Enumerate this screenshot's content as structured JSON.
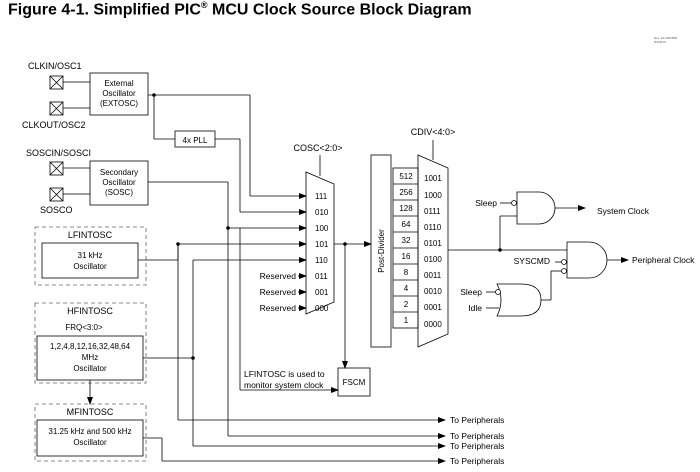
{
  "title": {
    "main": "Figure 4-1.  Simplified PIC",
    "reg": "®",
    "rest": " MCU Clock Source Block Diagram"
  },
  "rev": {
    "line1": "Rev. 10-000155D",
    "line2": "5/1/2016"
  },
  "pins": {
    "clkin": "CLKIN/OSC1",
    "clkout": "CLKOUT/OSC2",
    "soscin": "SOSCIN/SOSCI",
    "sosco": "SOSCO"
  },
  "extosc": {
    "line1": "External",
    "line2": "Oscillator",
    "line3": "(EXTOSC)"
  },
  "pll": "4x PLL",
  "sosc": {
    "line1": "Secondary",
    "line2": "Oscillator",
    "line3": "(SOSC)"
  },
  "lfintosc": {
    "group": "LFINTOSC",
    "line1": "31 kHz",
    "line2": "Oscillator"
  },
  "hfintosc": {
    "group": "HFINTOSC",
    "frq": "FRQ<3:0>",
    "line1": "1,2,4,8,12,16,32,48,64",
    "line2": "MHz",
    "line3": "Oscillator"
  },
  "mfintosc": {
    "group": "MFINTOSC",
    "line1": "31.25 kHz and 500 kHz",
    "line2": "Oscillator"
  },
  "cosc": {
    "label": "COSC<2:0>",
    "inputs": [
      "111",
      "010",
      "100",
      "101",
      "110",
      "011",
      "001",
      "000"
    ],
    "reserved": [
      "Reserved",
      "Reserved",
      "Reserved"
    ]
  },
  "postdivider": "Post-Divider",
  "cdiv": {
    "label": "CDIV<4:0>",
    "ratios": [
      "512",
      "256",
      "128",
      "64",
      "32",
      "16",
      "8",
      "4",
      "2",
      "1"
    ],
    "codes": [
      "1001",
      "1000",
      "0111",
      "0110",
      "0101",
      "0100",
      "0011",
      "0010",
      "0001",
      "0000"
    ]
  },
  "fscm": {
    "label": "FSCM",
    "note1": "LFINTOSC is used to",
    "note2": "monitor system clock"
  },
  "gates": {
    "sleep1": "Sleep",
    "system_clock": "System Clock",
    "syscmd": "SYSCMD",
    "peripheral_clock": "Peripheral Clock",
    "sleep2": "Sleep",
    "idle": "Idle"
  },
  "peripherals": [
    "To Peripherals",
    "To Peripherals",
    "To Peripherals",
    "To Peripherals"
  ]
}
